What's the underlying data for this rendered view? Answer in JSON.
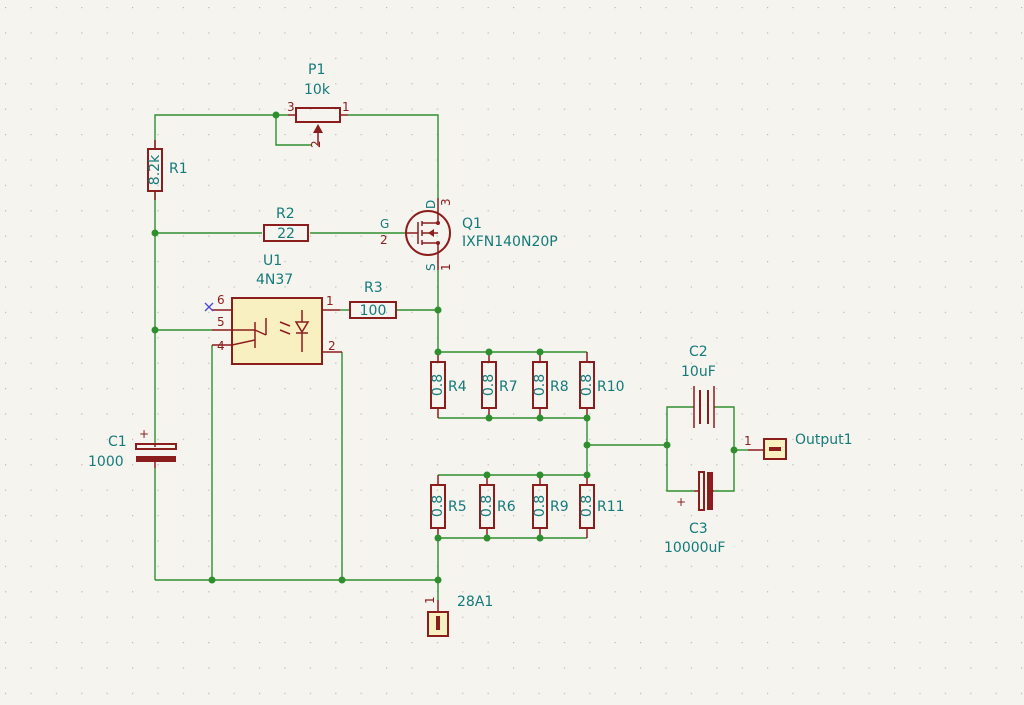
{
  "colors": {
    "wire": "#2f8f2f",
    "body": "#8c1d1d",
    "label": "#157a7a",
    "fill": "#f8f0c0",
    "noconnect": "#4a4ad0",
    "background": "#f5f4ef"
  },
  "components": {
    "P1": {
      "ref": "P1",
      "value": "10k",
      "pins": [
        "3",
        "1",
        "2"
      ]
    },
    "R1": {
      "ref": "R1",
      "value": "8.2k"
    },
    "R2": {
      "ref": "R2",
      "value": "22"
    },
    "R3": {
      "ref": "R3",
      "value": "100"
    },
    "Q1": {
      "ref": "Q1",
      "value": "IXFN140N20P",
      "pins": [
        "D",
        "3",
        "G",
        "2",
        "S",
        "1"
      ]
    },
    "U1": {
      "ref": "U1",
      "value": "4N37",
      "pins": [
        "6",
        "5",
        "4",
        "1",
        "2"
      ]
    },
    "C1": {
      "ref": "C1",
      "value": "1000",
      "polarity": "+"
    },
    "C2": {
      "ref": "C2",
      "value": "10uF"
    },
    "C3": {
      "ref": "C3",
      "value": "10000uF",
      "polarity": "+"
    },
    "R4": {
      "ref": "R4",
      "value": "0.8"
    },
    "R7": {
      "ref": "R7",
      "value": "0.8"
    },
    "R8": {
      "ref": "R8",
      "value": "0.8"
    },
    "R10": {
      "ref": "R10",
      "value": "0.8"
    },
    "R5": {
      "ref": "R5",
      "value": "0.8"
    },
    "R6": {
      "ref": "R6",
      "value": "0.8"
    },
    "R9": {
      "ref": "R9",
      "value": "0.8"
    },
    "R11": {
      "ref": "R11",
      "value": "0.8"
    },
    "Output1": {
      "ref": "Output1",
      "pin": "1"
    },
    "J28A1": {
      "ref": "28A1",
      "pin": "1"
    }
  }
}
